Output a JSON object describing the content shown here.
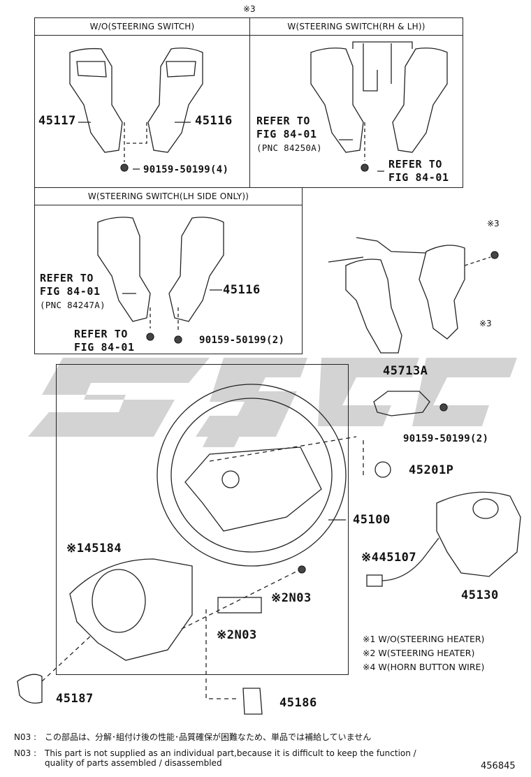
{
  "top_mark": "※3",
  "panels": {
    "wo_switch": "W/O(STEERING SWITCH)",
    "w_switch_rh_lh": "W(STEERING SWITCH(RH & LH))",
    "w_switch_lh_only": "W(STEERING SWITCH(LH SIDE ONLY))"
  },
  "labels": {
    "p45117": "45117",
    "p45116_a": "45116",
    "screw_a": "90159-50199(4)",
    "refer1_l1": "REFER TO",
    "refer1_l2": "FIG 84-01",
    "refer1_l3": "(PNC 84250A)",
    "refer2_l1": "REFER TO",
    "refer2_l2": "FIG 84-01",
    "refer3_l1": "REFER TO",
    "refer3_l2": "FIG 84-01",
    "refer3_l3": "(PNC 84247A)",
    "p45116_b": "45116",
    "refer4_l1": "REFER TO",
    "refer4_l2": "FIG 84-01",
    "screw_b": "90159-50199(2)",
    "mark3_a": "※3",
    "mark3_b": "※3",
    "p45713a": "45713A",
    "screw_c": "90159-50199(2)",
    "p45201p": "45201P",
    "p45100": "45100",
    "p45184": "※145184",
    "p45107": "※445107",
    "p45130": "45130",
    "n03_a": "※2N03",
    "n03_b": "※2N03",
    "p45187": "45187",
    "p45186": "45186"
  },
  "legend": [
    "※1  W/O(STEERING HEATER)",
    "※2  W(STEERING HEATER)",
    "※4  W(HORN BUTTON WIRE)"
  ],
  "notes": {
    "jp_prefix": "N03 :",
    "jp_text": "この部品は、分解･組付け後の性能･品質確保が困難なため、単品では補給していません",
    "en_prefix": "N03 :",
    "en_line1": "This part is not supplied as an individual part,because it is difficult to keep the function /",
    "en_line2": "quality of parts assembled / disassembled"
  },
  "diagram_number": "456845",
  "colors": {
    "line": "#222222",
    "watermark": "#cfcfcf"
  }
}
